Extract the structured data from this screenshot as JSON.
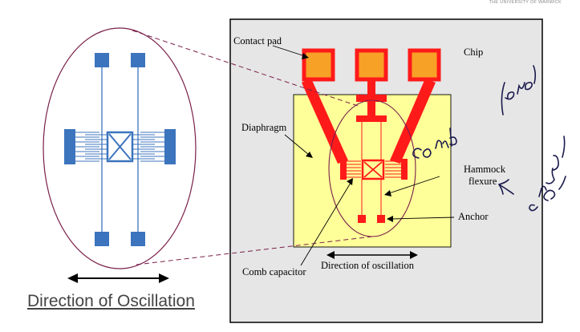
{
  "branding": {
    "university": "THE UNIVERSITY OF WARWICK"
  },
  "caption": {
    "direction_large": "Direction of Oscillation"
  },
  "labels": {
    "contact_pad": "Contact pad",
    "chip": "Chip",
    "diaphragm": "Diaphragm",
    "hammock": "Hammock",
    "flexure": "flexure",
    "anchor": "Anchor",
    "comb_capacitor": "Comb capacitor",
    "direction_small": "Direction of oscillation"
  },
  "handwriting": {
    "comb": "comb",
    "lever": "lever",
    "support": "support"
  },
  "colors": {
    "chip_fill": "#e6e6e6",
    "diaphragm_fill": "#ffff99",
    "pad_fill": "#f7a127",
    "device_red": "#ff1a1a",
    "detail_blue": "#3c74bd",
    "outline_purple": "#7a1f4a",
    "ink_navy": "#1a1a4d"
  }
}
